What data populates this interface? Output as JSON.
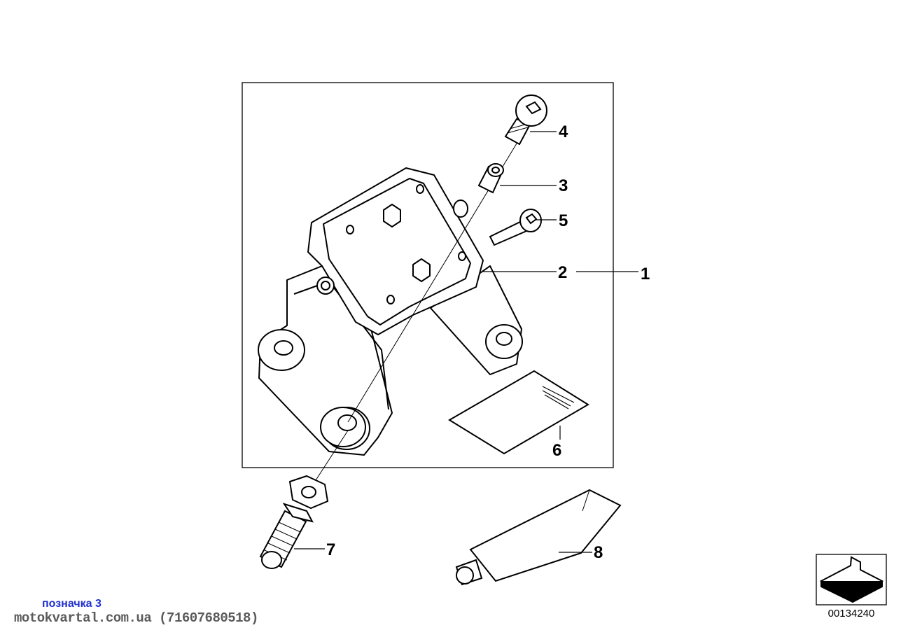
{
  "diagram": {
    "callouts": [
      {
        "id": "1",
        "text": "1"
      },
      {
        "id": "2",
        "text": "2"
      },
      {
        "id": "3",
        "text": "3"
      },
      {
        "id": "4",
        "text": "4"
      },
      {
        "id": "5",
        "text": "5"
      },
      {
        "id": "6",
        "text": "6"
      },
      {
        "id": "7",
        "text": "7"
      },
      {
        "id": "8",
        "text": "8"
      }
    ],
    "part_number": "00134240",
    "marker_label": "позначка 3",
    "watermark": "motokvartal.com.ua (71607680518)"
  },
  "colors": {
    "line": "#000000",
    "marker_label": "#1f2fcf",
    "watermark": "#5a5a5a"
  }
}
